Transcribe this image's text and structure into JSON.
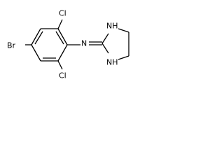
{
  "molecule": {
    "atoms": {
      "bromine": "Br",
      "chlorine_top": "Cl",
      "chlorine_bottom": "Cl",
      "imine_nitrogen": "N",
      "ring_nh_top": "NH",
      "ring_nh_bottom": "NH"
    },
    "colors": {
      "bond": "#000000",
      "label": "#000000",
      "background": "#ffffff"
    }
  }
}
